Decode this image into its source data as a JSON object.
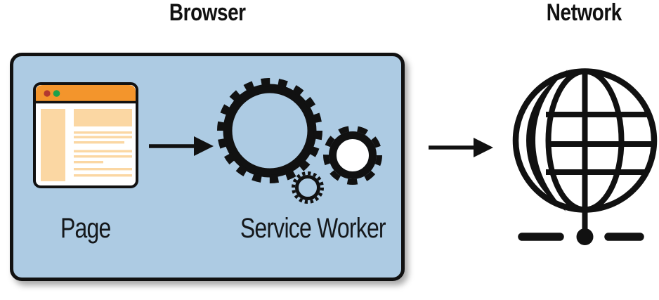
{
  "titles": {
    "browser": "Browser",
    "network": "Network"
  },
  "browser_box": {
    "page_label": "Page",
    "service_worker_label": "Service Worker"
  },
  "icons": {
    "page": "browser-window-icon",
    "service_worker": "gears-icon",
    "network": "globe-network-icon",
    "flow_left": "right-arrow-icon",
    "flow_right": "right-arrow-icon"
  },
  "colors": {
    "ink": "#111111",
    "box_fill": "#adcbe3",
    "window_header": "#f3952c",
    "window_content": "#fbd7a3",
    "window_dot_red": "#b23830",
    "window_dot_green": "#1da14b"
  }
}
